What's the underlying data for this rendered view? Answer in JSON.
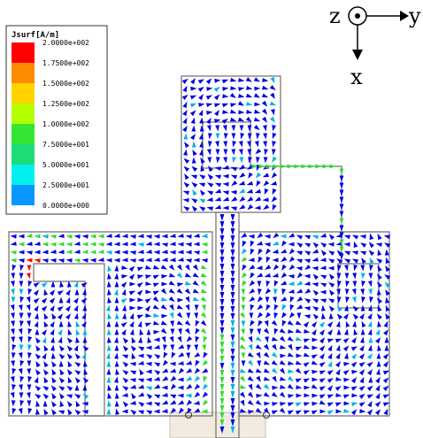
{
  "legend": {
    "title": "Jsurf[A/m]",
    "entries": [
      {
        "label": "2.0000e+002",
        "color": "#ff0000"
      },
      {
        "label": "1.7500e+002",
        "color": "#ff8c00"
      },
      {
        "label": "1.5000e+002",
        "color": "#ffd200"
      },
      {
        "label": "1.2500e+002",
        "color": "#b4ff00"
      },
      {
        "label": "1.0000e+002",
        "color": "#32e632"
      },
      {
        "label": "7.5000e+001",
        "color": "#1edc78"
      },
      {
        "label": "5.0000e+001",
        "color": "#00f0f0"
      },
      {
        "label": "2.5000e+001",
        "color": "#0a96ff"
      },
      {
        "label": "0.0000e+000",
        "color": "#0000e6"
      }
    ]
  },
  "axes": {
    "z_label": "z",
    "y_label": "y",
    "x_label": "x"
  },
  "colors": {
    "arrow_low": "#0000e6",
    "arrow_mid": "#00b4dc",
    "arrow_high": "#32dc32",
    "arrow_peak": "#ff0000",
    "outline": "#6e6e6e",
    "feed_base": "#f2ece0"
  }
}
